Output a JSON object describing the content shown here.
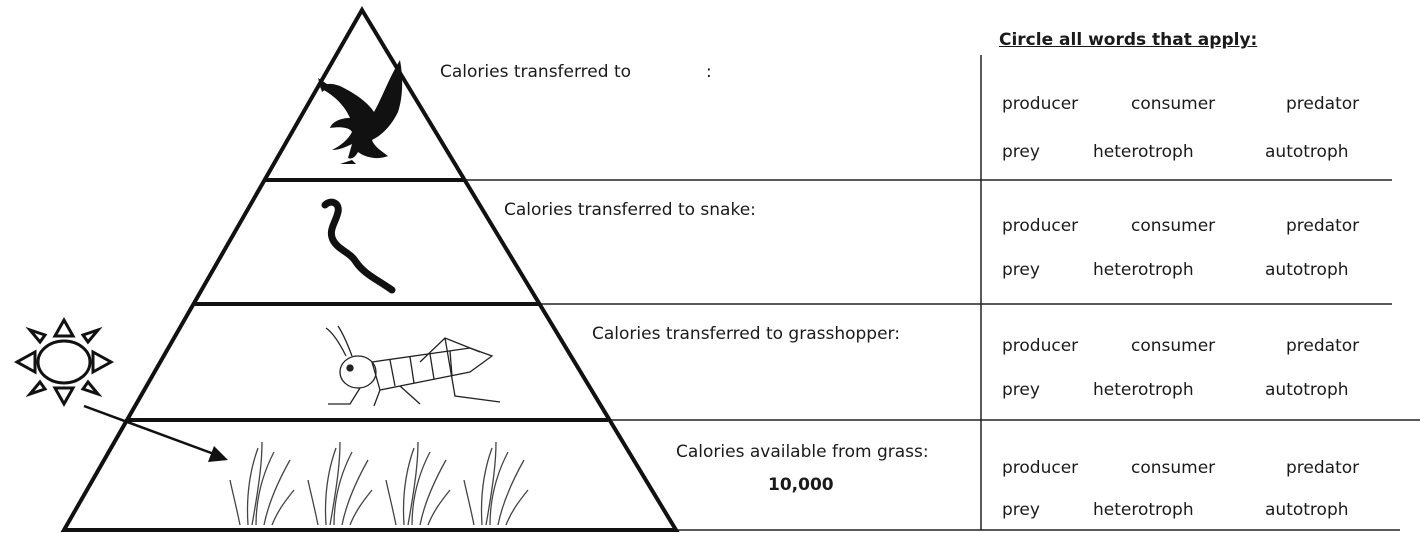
{
  "header": {
    "instruction": "Circle all words that apply:"
  },
  "levels": [
    {
      "organism": "eagle",
      "icon": "eagle-icon",
      "label": "Calories transferred to",
      "label_suffix": ":"
    },
    {
      "organism": "snake",
      "icon": "snake-icon",
      "label": "Calories transferred to snake:"
    },
    {
      "organism": "grasshopper",
      "icon": "grasshopper-icon",
      "label": "Calories transferred to grasshopper:"
    },
    {
      "organism": "grass",
      "icon": "grass-icon",
      "label": "Calories available from grass:",
      "value": "10,000"
    }
  ],
  "choices": {
    "row1": [
      "producer",
      "consumer",
      "predator"
    ],
    "row2": [
      "prey",
      "heterotroph",
      "autotroph"
    ]
  },
  "sun": {
    "icon": "sun-icon"
  }
}
